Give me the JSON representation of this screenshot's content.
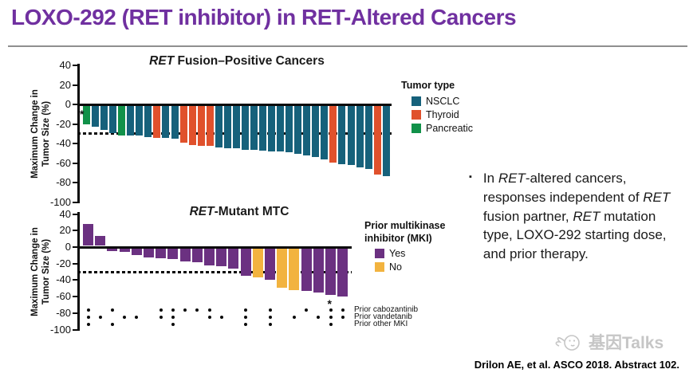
{
  "header": {
    "title": "LOXO-292 (RET inhibitor) in RET-Altered Cancers"
  },
  "summary": {
    "bullet_marker": "▪",
    "bullet_segments": [
      {
        "text": "In ",
        "italic": false
      },
      {
        "text": "RET",
        "italic": true
      },
      {
        "text": "-altered cancers, responses independent of ",
        "italic": false
      },
      {
        "text": "RET",
        "italic": true
      },
      {
        "text": " fusion partner, ",
        "italic": false
      },
      {
        "text": "RET",
        "italic": true
      },
      {
        "text": " mutation type, LOXO-292 starting dose, and prior therapy.",
        "italic": false
      }
    ]
  },
  "footer": {
    "citation": "Drilon AE, et al. ASCO 2018. Abstract 102.",
    "watermark": "基因Talks"
  },
  "chart_data": [
    {
      "id": "fusion",
      "type": "bar",
      "title_segments": [
        {
          "text": "RET",
          "italic": true
        },
        {
          "text": " Fusion–Positive Cancers",
          "italic": false
        }
      ],
      "ylabel_lines": [
        "Maximum Change in",
        "Tumor Size (%)"
      ],
      "ylim": [
        -100,
        40
      ],
      "yticks": [
        40,
        20,
        0,
        -20,
        -40,
        -60,
        -80,
        -100
      ],
      "reference_line": -30,
      "grid": false,
      "legend": {
        "title": "Tumor type",
        "position": "right",
        "items": [
          {
            "label": "NSCLC",
            "color": "#16617B"
          },
          {
            "label": "Thyroid",
            "color": "#E0512C"
          },
          {
            "label": "Pancreatic",
            "color": "#119149"
          }
        ]
      },
      "asterisk": {
        "at": "axis-start"
      },
      "bars": [
        {
          "value": -19,
          "group": "Pancreatic"
        },
        {
          "value": -22,
          "group": "NSCLC"
        },
        {
          "value": -25,
          "group": "NSCLC"
        },
        {
          "value": -28,
          "group": "NSCLC"
        },
        {
          "value": -31,
          "group": "Pancreatic"
        },
        {
          "value": -31,
          "group": "NSCLC"
        },
        {
          "value": -31,
          "group": "NSCLC"
        },
        {
          "value": -32,
          "group": "NSCLC"
        },
        {
          "value": -33,
          "group": "Thyroid"
        },
        {
          "value": -33,
          "group": "NSCLC"
        },
        {
          "value": -34,
          "group": "NSCLC"
        },
        {
          "value": -38,
          "group": "Thyroid"
        },
        {
          "value": -40,
          "group": "Thyroid"
        },
        {
          "value": -41,
          "group": "Thyroid"
        },
        {
          "value": -41,
          "group": "Thyroid"
        },
        {
          "value": -43,
          "group": "NSCLC"
        },
        {
          "value": -44,
          "group": "NSCLC"
        },
        {
          "value": -44,
          "group": "NSCLC"
        },
        {
          "value": -45,
          "group": "NSCLC"
        },
        {
          "value": -45,
          "group": "NSCLC"
        },
        {
          "value": -46,
          "group": "NSCLC"
        },
        {
          "value": -47,
          "group": "NSCLC"
        },
        {
          "value": -47,
          "group": "NSCLC"
        },
        {
          "value": -48,
          "group": "NSCLC"
        },
        {
          "value": -49,
          "group": "NSCLC"
        },
        {
          "value": -51,
          "group": "NSCLC"
        },
        {
          "value": -53,
          "group": "NSCLC"
        },
        {
          "value": -55,
          "group": "NSCLC"
        },
        {
          "value": -58,
          "group": "Thyroid"
        },
        {
          "value": -60,
          "group": "NSCLC"
        },
        {
          "value": -61,
          "group": "NSCLC"
        },
        {
          "value": -63,
          "group": "NSCLC"
        },
        {
          "value": -65,
          "group": "NSCLC"
        },
        {
          "value": -71,
          "group": "Thyroid"
        },
        {
          "value": -72,
          "group": "NSCLC"
        }
      ]
    },
    {
      "id": "mtc",
      "type": "bar",
      "title_segments": [
        {
          "text": "RET",
          "italic": true
        },
        {
          "text": "-Mutant MTC",
          "italic": false
        }
      ],
      "ylabel_lines": [
        "Maximum Change in",
        "Tumor Size (%)"
      ],
      "ylim": [
        -100,
        40
      ],
      "yticks": [
        40,
        20,
        0,
        -20,
        -40,
        -60,
        -80,
        -100
      ],
      "reference_line": -30,
      "grid": false,
      "legend": {
        "title": "Prior multikinase inhibitor (MKI)",
        "position": "right",
        "items": [
          {
            "label": "Yes",
            "color": "#6B3181"
          },
          {
            "label": "No",
            "color": "#F2B33F"
          }
        ]
      },
      "asterisk": {
        "at": "bar",
        "bar": 21
      },
      "bars": [
        {
          "value": 27,
          "group": "Yes"
        },
        {
          "value": 12,
          "group": "Yes"
        },
        {
          "value": -3,
          "group": "Yes"
        },
        {
          "value": -4,
          "group": "Yes"
        },
        {
          "value": -8,
          "group": "Yes"
        },
        {
          "value": -11,
          "group": "Yes"
        },
        {
          "value": -12,
          "group": "Yes"
        },
        {
          "value": -13,
          "group": "Yes"
        },
        {
          "value": -16,
          "group": "Yes"
        },
        {
          "value": -17,
          "group": "Yes"
        },
        {
          "value": -21,
          "group": "Yes"
        },
        {
          "value": -22,
          "group": "Yes"
        },
        {
          "value": -25,
          "group": "Yes"
        },
        {
          "value": -33,
          "group": "Yes"
        },
        {
          "value": -35,
          "group": "No"
        },
        {
          "value": -38,
          "group": "Yes"
        },
        {
          "value": -48,
          "group": "No"
        },
        {
          "value": -51,
          "group": "No"
        },
        {
          "value": -52,
          "group": "Yes"
        },
        {
          "value": -54,
          "group": "Yes"
        },
        {
          "value": -57,
          "group": "Yes"
        },
        {
          "value": -58,
          "group": "Yes"
        }
      ],
      "dot_rows": [
        {
          "label": "Prior cabozantinib",
          "value": -76,
          "bars": [
            1,
            3,
            7,
            8,
            9,
            10,
            11,
            14,
            16,
            19,
            21,
            22
          ]
        },
        {
          "label": "Prior vandetanib",
          "value": -85,
          "bars": [
            1,
            2,
            4,
            5,
            7,
            8,
            11,
            12,
            14,
            16,
            18,
            20,
            21,
            22
          ]
        },
        {
          "label": "Prior other MKI",
          "value": -94,
          "bars": [
            1,
            3,
            8,
            14,
            16,
            21
          ]
        }
      ]
    }
  ]
}
